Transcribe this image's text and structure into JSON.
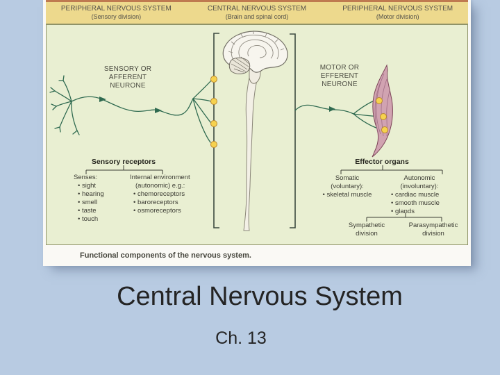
{
  "slide": {
    "title": "Central Nervous System",
    "chapter": "Ch. 13"
  },
  "figure": {
    "caption": "Functional components of the nervous system.",
    "header": {
      "columns": [
        {
          "title": "PERIPHERAL NERVOUS SYSTEM",
          "subtitle": "(Sensory division)"
        },
        {
          "title": "CENTRAL NERVOUS SYSTEM",
          "subtitle": "(Brain and spinal cord)"
        },
        {
          "title": "PERIPHERAL NERVOUS SYSTEM",
          "subtitle": "(Motor division)"
        }
      ]
    },
    "neuron_labels": {
      "sensory": {
        "lines": [
          "SENSORY OR",
          "AFFERENT",
          "NEURONE"
        ]
      },
      "motor": {
        "lines": [
          "MOTOR OR",
          "EFFERENT",
          "NEURONE"
        ]
      }
    },
    "sensory_receptors": {
      "heading": "Sensory receptors",
      "senses": {
        "label": "Senses:",
        "items": [
          "sight",
          "hearing",
          "smell",
          "taste",
          "touch"
        ]
      },
      "internal": {
        "label_lines": [
          "Internal environment",
          "(autonomic) e.g.:"
        ],
        "items": [
          "chemoreceptors",
          "baroreceptors",
          "osmoreceptors"
        ]
      }
    },
    "effector_organs": {
      "heading": "Effector organs",
      "somatic": {
        "label_lines": [
          "Somatic",
          "(voluntary):"
        ],
        "items": [
          "skeletal muscle"
        ]
      },
      "autonomic": {
        "label_lines": [
          "Autonomic",
          "(involuntary):"
        ],
        "items": [
          "cardiac muscle",
          "smooth muscle",
          "glands"
        ]
      },
      "divisions": [
        {
          "line1": "Sympathetic",
          "line2": "division"
        },
        {
          "line1": "Parasympathetic",
          "line2": "division"
        }
      ]
    }
  },
  "colors": {
    "slide_background": "#b8cbe2",
    "diagram_background": "#e9efd2",
    "header_band": "#edd98d",
    "neuron_green": "#2f6a50",
    "synapse_yellow": "#f6d24f",
    "muscle_pink": "#d1a3b1",
    "title_text": "#242424"
  }
}
